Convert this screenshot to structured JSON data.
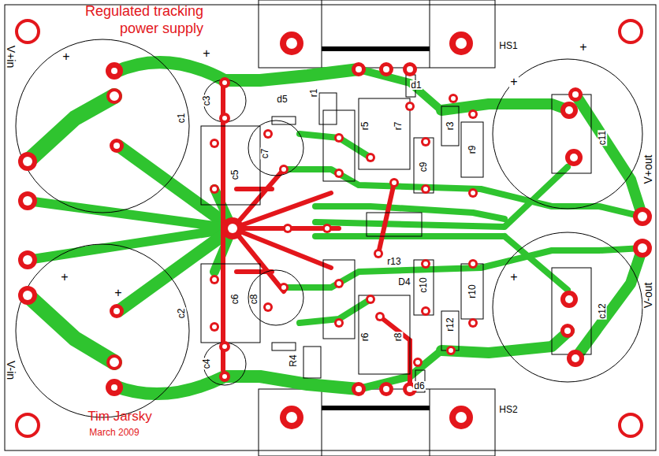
{
  "diagram": {
    "title": "Regulated tracking power supply",
    "labels": [
      "HS1",
      "+",
      "+",
      "c3",
      "d5",
      "r1",
      "d1",
      "r5",
      "r7",
      "r3",
      "+",
      "+",
      "c1",
      "c5",
      "c7",
      "c9",
      "r9",
      "c11",
      "V+in",
      "V+out",
      "r13",
      "D4",
      "c6",
      "c8",
      "c10",
      "r10",
      "c12",
      "V-out",
      "+",
      "+",
      "+",
      "c2",
      "r6",
      "r8",
      "r12",
      "R4",
      "c4",
      "V-in",
      "d6",
      "HS2",
      "Tim Jarsky",
      "March 2009"
    ]
  }
}
